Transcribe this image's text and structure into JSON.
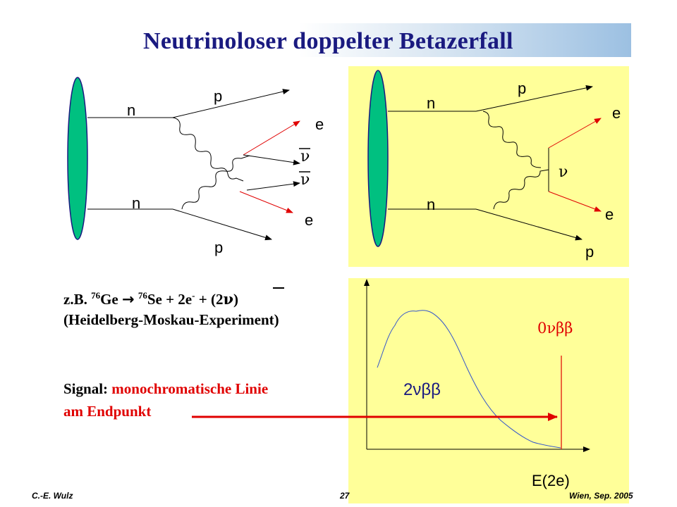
{
  "slide": {
    "title": "Neutrinoloser  doppelter Betazerfall",
    "footer": {
      "author": "C.-E. Wulz",
      "page": "27",
      "place_date": "Wien, Sep. 2005"
    }
  },
  "left_diagram": {
    "n_top": "n",
    "n_bottom": "n",
    "p_top": "p",
    "p_bottom": "p",
    "e_top": "e",
    "e_bottom": "e",
    "nu_bar_1": "ν",
    "nu_bar_2": "ν"
  },
  "right_diagram": {
    "n_top": "n",
    "n_bottom": "n",
    "p_top": "p",
    "p_bottom": "p",
    "e_top": "e",
    "e_bottom": "e",
    "nu": "ν"
  },
  "example": {
    "prefix": "z.B. ",
    "ge_mass": "76",
    "ge": "Ge",
    "arrow": " ",
    "se_mass": "76",
    "se": "Se + 2e",
    "minus": "-",
    "plus": " + (2",
    "nu": "ν",
    "close": ")",
    "experiment": "(Heidelberg-Moskau-Experiment)"
  },
  "signal": {
    "label": "Signal: ",
    "text_line1": "monochromatische Linie",
    "text_line2": "am Endpunkt"
  },
  "spectrum": {
    "label_2nu": "2νββ",
    "label_0nu": "0νββ",
    "x_axis_label": "E(2e)"
  }
}
